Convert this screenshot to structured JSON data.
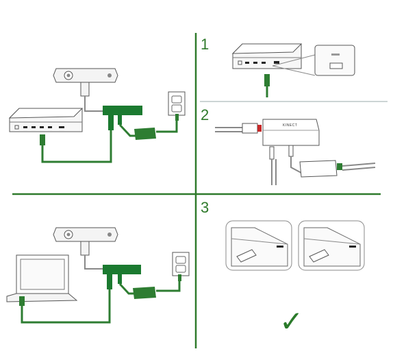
{
  "colors": {
    "divider": "#2f7a2b",
    "cable_green": "#2e7d32",
    "adapter_green": "#1b7a30",
    "outline": "#555555",
    "check": "#2a7a2a"
  },
  "steps": [
    {
      "label": "1"
    },
    {
      "label": "2"
    },
    {
      "label": "3"
    }
  ],
  "adapter_box": {
    "label": "KINECT"
  },
  "check_glyph": "✓",
  "icons": [
    "console-icon",
    "kinect-sensor-icon",
    "power-outlet-icon",
    "laptop-icon",
    "usb-plug-icon",
    "checkmark-icon"
  ]
}
